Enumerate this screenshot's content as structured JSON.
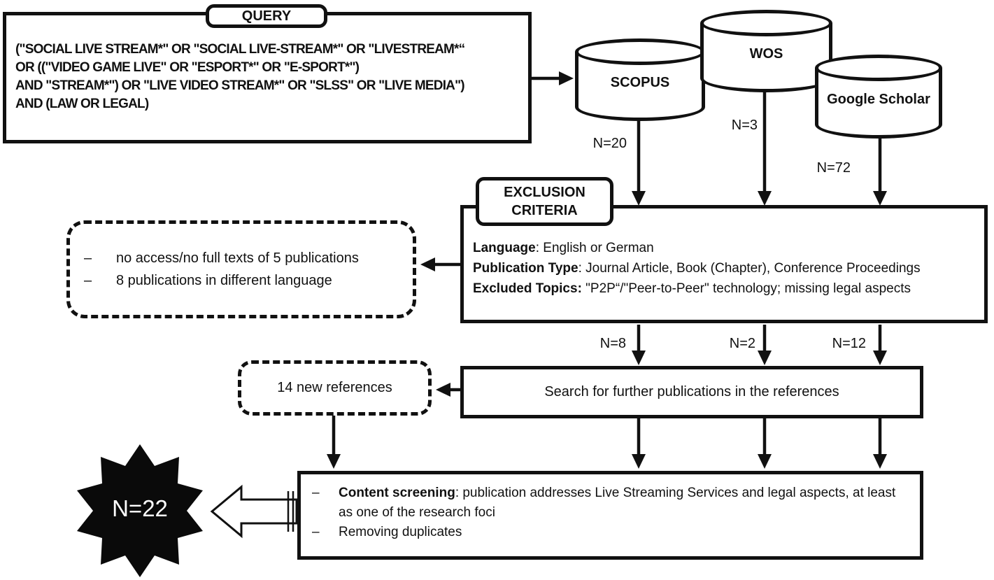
{
  "dash": "–",
  "query": {
    "tab": "QUERY",
    "lines": [
      "(\"SOCIAL LIVE STREAM*\" OR \"SOCIAL LIVE-STREAM*\" OR \"LIVESTREAM*“",
      "OR ((\"VIDEO GAME LIVE\" OR \"ESPORT*\" OR \"E-SPORT*\")",
      "AND \"STREAM*\") OR \"LIVE VIDEO STREAM*\" OR \"SLSS\" OR \"LIVE MEDIA\")",
      "AND (LAW OR LEGAL)"
    ]
  },
  "databases": [
    {
      "name": "SCOPUS",
      "count": "N=20"
    },
    {
      "name": "WOS",
      "count": "N=3"
    },
    {
      "name": "Google Scholar",
      "count": "N=72"
    }
  ],
  "exclusion": {
    "tab": [
      "EXCLUSION",
      "CRITERIA"
    ],
    "criteria": [
      {
        "label": "Language",
        "text": ": English or German"
      },
      {
        "label": "Publication Type",
        "text": ": Journal Article, Book (Chapter), Conference Proceedings"
      },
      {
        "label": "Excluded Topics:",
        "text": " \"P2P“/\"Peer-to-Peer\" technology; missing legal aspects"
      }
    ],
    "removed_notes": [
      "no access/no full texts of 5 publications",
      "8 publications in different language"
    ],
    "counts_after": [
      "N=8",
      "N=2",
      "N=12"
    ]
  },
  "references_search": {
    "box_label": "Search for further publications in the references",
    "new_refs_label": "14 new references"
  },
  "screening": {
    "items": [
      {
        "label": "Content screening",
        "text": ": publication addresses Live Streaming Services and legal aspects, at least as one of the research foci"
      },
      {
        "label": "",
        "text": "Removing duplicates"
      }
    ]
  },
  "result": {
    "count": "N=22"
  },
  "colors": {
    "ink": "#111111",
    "paper": "#ffffff"
  }
}
